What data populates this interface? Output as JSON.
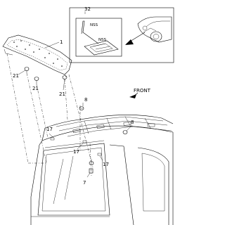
{
  "callouts": {
    "c32": "32",
    "nss_top": "NSS",
    "nss_bottom": "NSS",
    "c1": "1",
    "c21_left": "21",
    "c21_mid": "21",
    "c21_right": "21",
    "c8_top": "8",
    "c8_right": "8",
    "c17_left": "17",
    "c17_mid": "17",
    "c17_right": "17",
    "c7": "7"
  },
  "direction_label": "FRONT"
}
